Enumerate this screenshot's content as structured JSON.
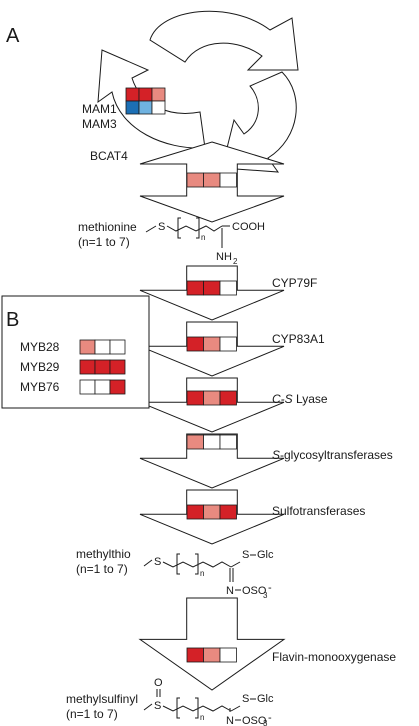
{
  "panel_a": "A",
  "panel_b": "B",
  "colors": {
    "white": "#ffffff",
    "light_red": "#e88a80",
    "dark_red": "#d42127",
    "light_blue": "#6fb2e0",
    "dark_blue": "#1c6fb5"
  },
  "cycle": {
    "genes": [
      "MAM1",
      "MAM3"
    ],
    "heat_rows": [
      [
        "dark_red",
        "dark_red",
        "light_red"
      ],
      [
        "dark_blue",
        "light_blue",
        "white"
      ]
    ]
  },
  "steps": [
    {
      "label": "BCAT4",
      "italic_prefix": "",
      "cells": [
        "light_red",
        "light_red",
        "white"
      ]
    },
    {
      "label": "CYP79F",
      "italic_prefix": "",
      "cells": [
        "dark_red",
        "dark_red",
        "white"
      ]
    },
    {
      "label": "CYP83A1",
      "italic_prefix": "",
      "cells": [
        "dark_red",
        "light_red",
        "white"
      ]
    },
    {
      "label": " Lyase",
      "italic_prefix": "C-S",
      "cells": [
        "dark_red",
        "light_red",
        "dark_red"
      ]
    },
    {
      "label": "-glycosyltransferases",
      "italic_prefix": "S",
      "cells": [
        "light_red",
        "white",
        "white"
      ]
    },
    {
      "label": "Sulfotransferases",
      "italic_prefix": "",
      "cells": [
        "dark_red",
        "light_red",
        "dark_red"
      ]
    },
    {
      "label": "Flavin-monooxygenase",
      "italic_prefix": "",
      "cells": [
        "dark_red",
        "light_red",
        "white"
      ]
    }
  ],
  "compounds": {
    "methionine": {
      "name": "methionine",
      "range": "(n=1 to 7)",
      "groups": [
        "S",
        "n",
        "COOH",
        "NH",
        "2"
      ]
    },
    "methylthio": {
      "name": "methylthio",
      "range": "(n=1 to 7)",
      "groups": [
        "S",
        "n",
        "S",
        "Glc",
        "N",
        "OSO",
        "3",
        "-"
      ]
    },
    "methylsulfinyl": {
      "name": "methylsulfinyl",
      "range": "(n=1 to 7)",
      "groups": [
        "O",
        "S",
        "n",
        "S",
        "Glc",
        "N",
        "OSO",
        "3",
        "-"
      ]
    }
  },
  "legend": [
    {
      "label": "MYB28",
      "cells": [
        "light_red",
        "white",
        "white"
      ]
    },
    {
      "label": "MYB29",
      "cells": [
        "dark_red",
        "dark_red",
        "dark_red"
      ]
    },
    {
      "label": "MYB76",
      "cells": [
        "white",
        "white",
        "dark_red"
      ]
    }
  ]
}
